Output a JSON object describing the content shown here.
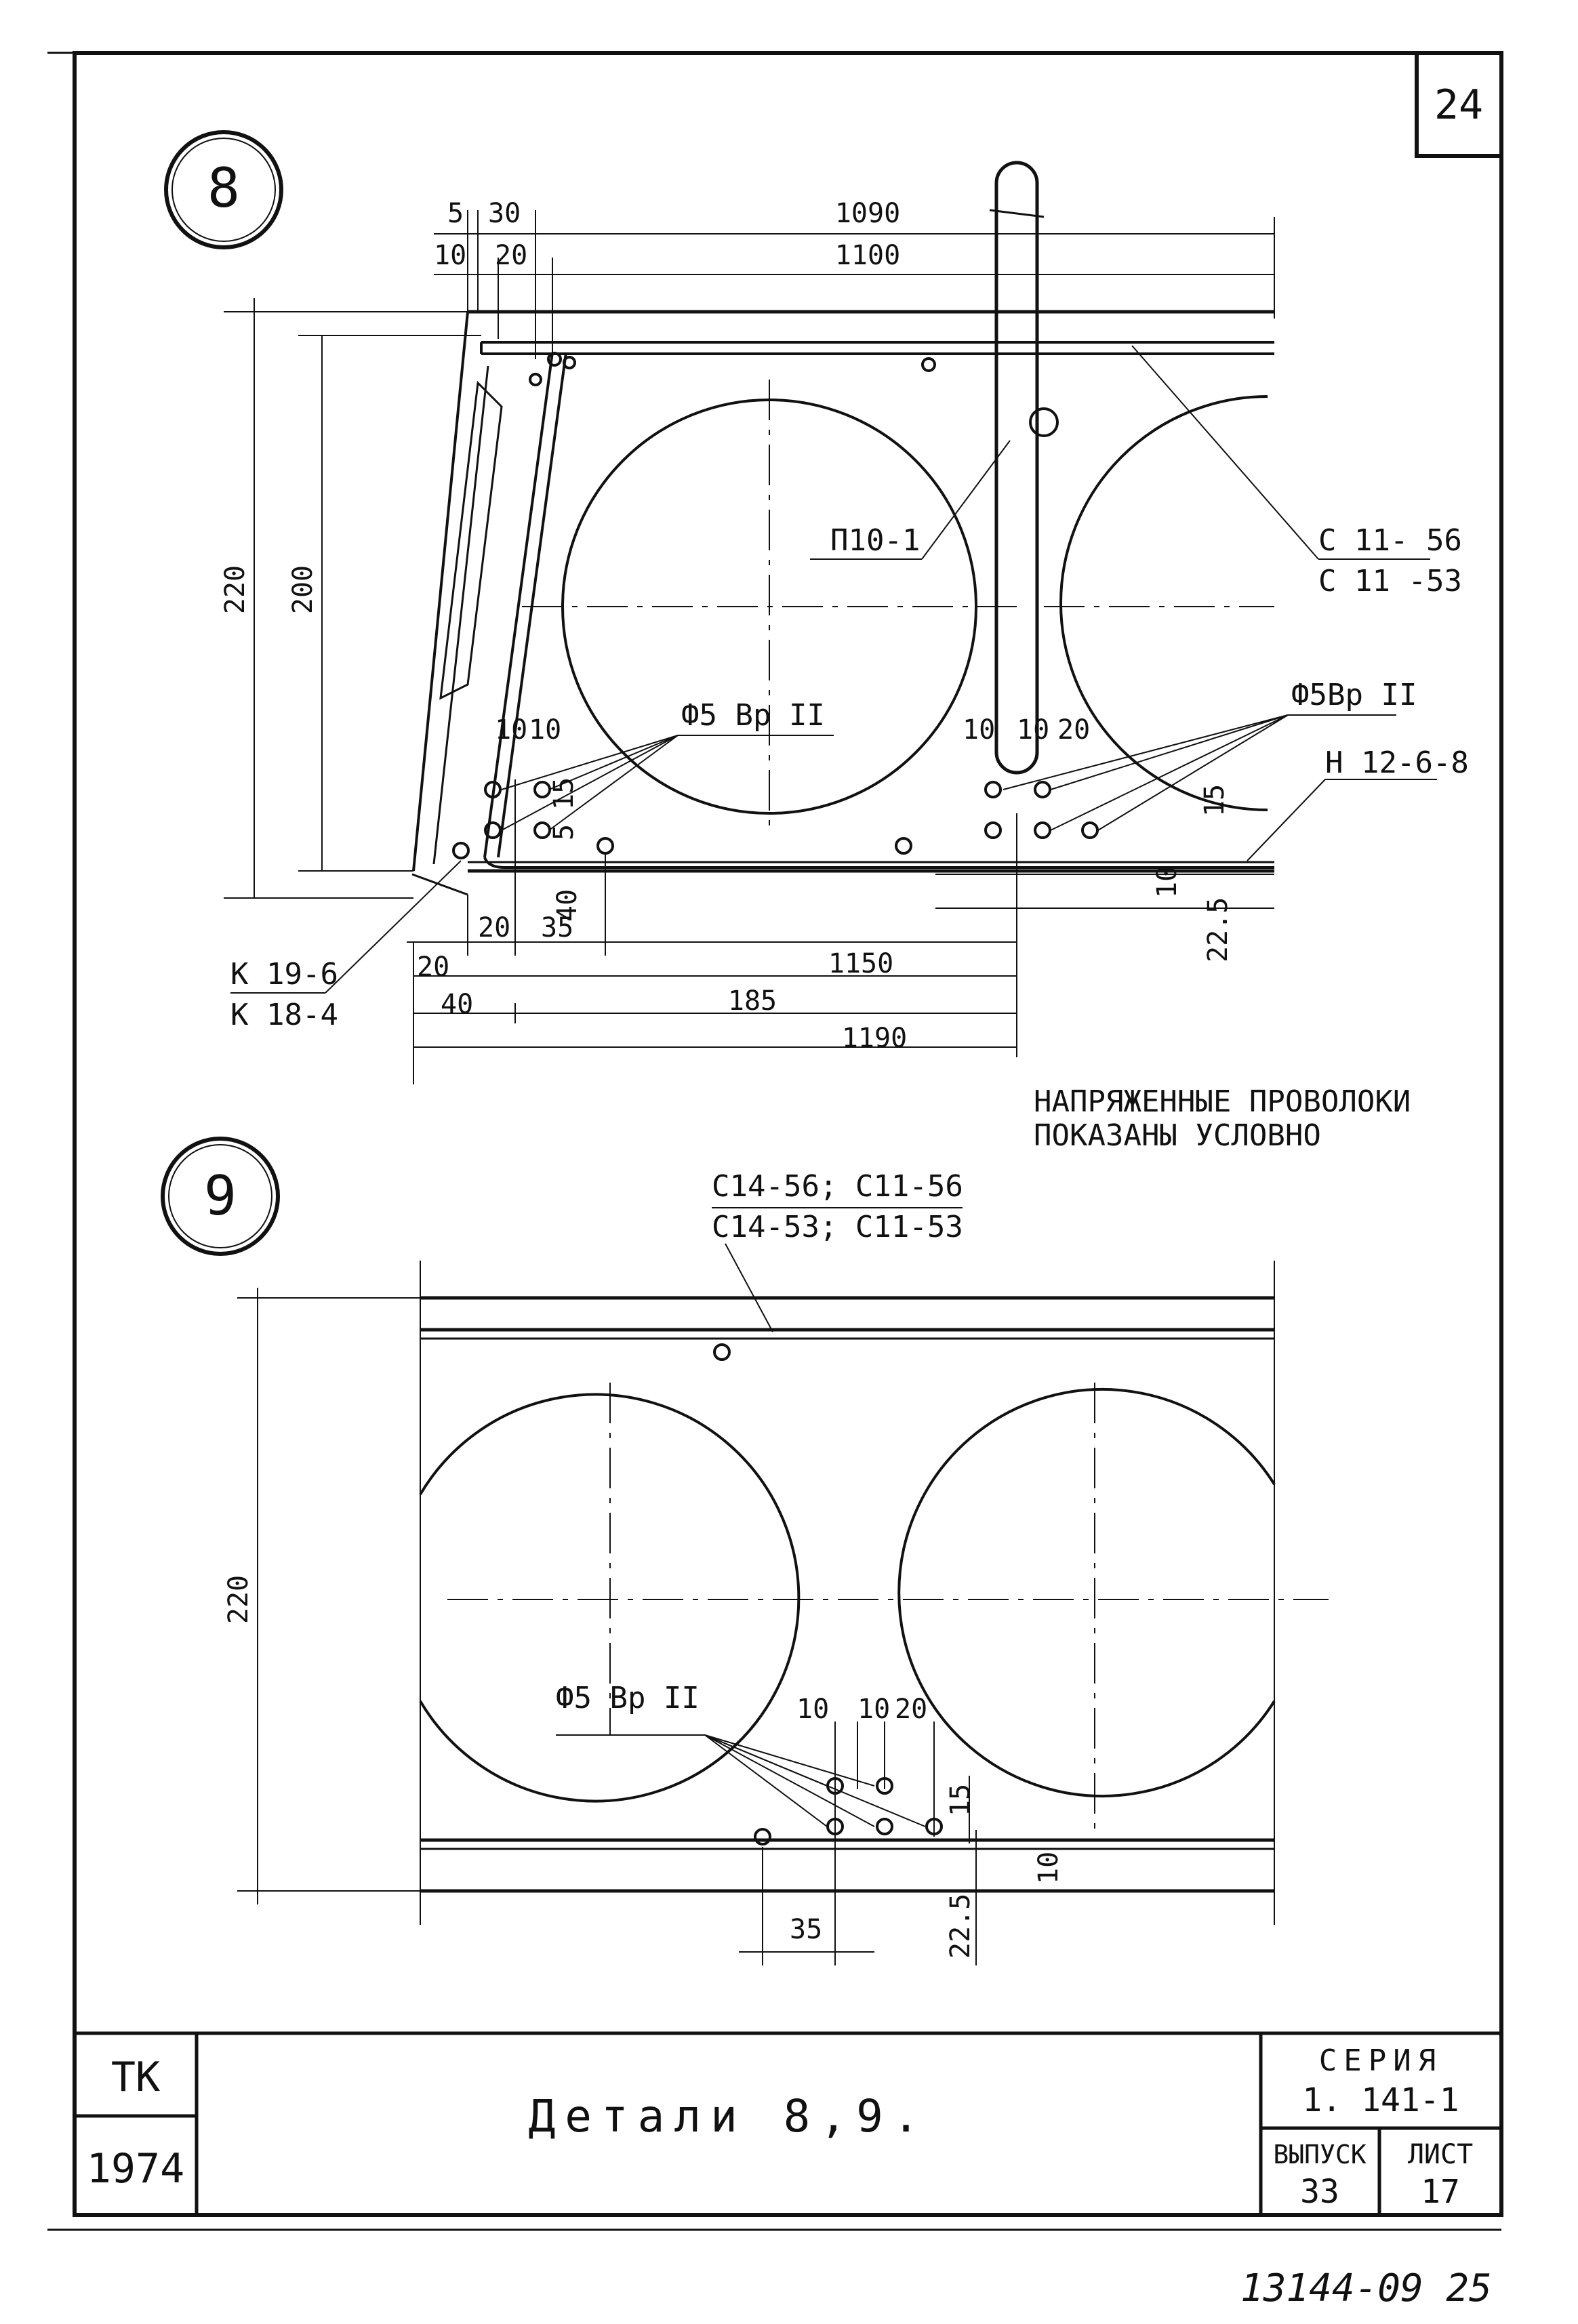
{
  "sheet_number": "24",
  "details": [
    {
      "number": "8",
      "labels": {
        "p10": "П10-1",
        "c11_top": "С 11- 56",
        "c11_bot": "С 11 -53",
        "phi_left": "Ф5 Вр II",
        "phi_right": "Ф5Вр II",
        "n12": "Н 12-6-8",
        "k19": "К 19-6",
        "k18": "К 18-4"
      },
      "dimensions": {
        "d5": "5",
        "d30": "30",
        "d1090": "1090",
        "d10_top": "10",
        "d20_top": "20",
        "d1100": "1100",
        "d220": "220",
        "d200": "200",
        "d10a": "10",
        "d10b": "10",
        "d15_left": "15",
        "d5_left": "5",
        "d40_left": "40",
        "d20_bot": "20",
        "d35": "35",
        "d10c": "10",
        "d10d": "10",
        "d20c": "20",
        "d15_right": "15",
        "d10_right": "10",
        "d22_5": "22.5",
        "d20_low": "20",
        "d1150": "1150",
        "d40": "40",
        "d185": "185",
        "d1190": "1190"
      },
      "note_line1": "НАПРЯЖЕННЫЕ ПРОВОЛОКИ",
      "note_line2": "ПОКАЗАНЫ УСЛОВНО"
    },
    {
      "number": "9",
      "labels": {
        "c_top": "С14-56; С11-56",
        "c_bot": "С14-53; С11-53",
        "phi": "Ф5 Вр II"
      },
      "dimensions": {
        "d220": "220",
        "d10a": "10",
        "d10b": "10",
        "d20": "20",
        "d15": "15",
        "d10_right": "10",
        "d22_5": "22.5",
        "d35": "35"
      }
    }
  ],
  "title_block": {
    "org": "ТК",
    "year": "1974",
    "title": "Детали 8,9.",
    "series_label": "СЕРИЯ",
    "series_value": "1. 141-1",
    "issue_label": "ВЫПУСК",
    "issue_value": "33",
    "sheet_label": "ЛИСТ",
    "sheet_value": "17"
  },
  "archive_number": "13144-09 25"
}
